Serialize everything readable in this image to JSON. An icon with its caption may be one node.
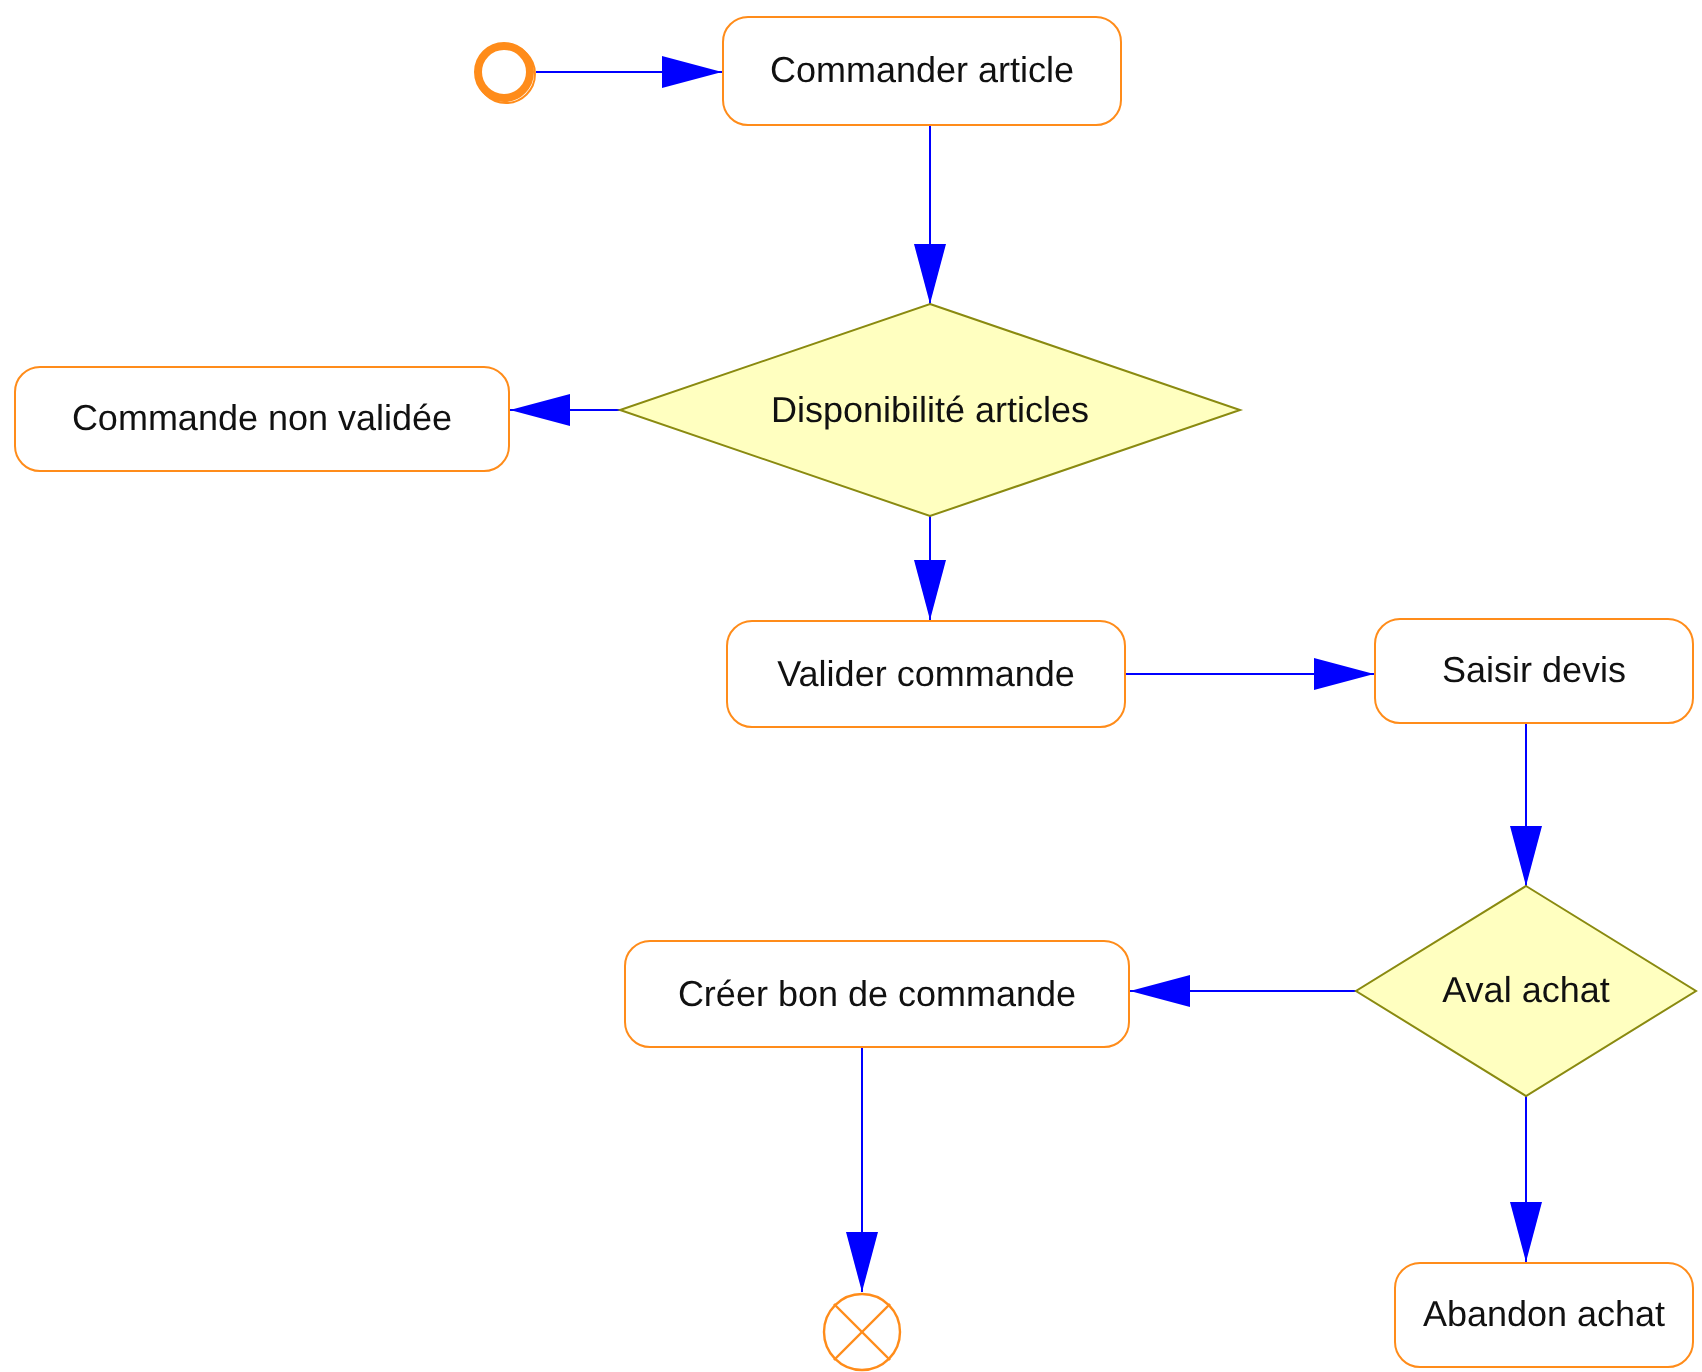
{
  "diagram": {
    "nodes": [
      {
        "text": [],
        "shape": "circle"
      },
      {
        "text": [
          "Commander article"
        ]
      },
      {
        "text": [
          "Disponibilité articles"
        ]
      },
      {
        "text": [
          "Commande non validée"
        ]
      },
      {
        "text": [
          "Valider commande"
        ]
      },
      {
        "text": [
          "Saisir devis"
        ]
      },
      {
        "text": [
          "Aval achat"
        ]
      },
      {
        "text": [
          "Créer bon de commande"
        ]
      },
      {
        "text": [
          "Abandon achat"
        ]
      },
      {
        "text": [],
        "shape": "circle"
      }
    ],
    "edges": [
      {
        "from": 0,
        "to": 1,
        "arrow": "to"
      },
      {
        "from": 1,
        "to": 2,
        "arrow": "to"
      },
      {
        "from": 2,
        "to": 3,
        "arrow": "to"
      },
      {
        "from": 2,
        "to": 4,
        "arrow": "to"
      },
      {
        "from": 4,
        "to": 5,
        "arrow": "to"
      },
      {
        "from": 5,
        "to": 6,
        "arrow": "to"
      },
      {
        "from": 6,
        "to": 7,
        "arrow": "to"
      },
      {
        "from": 6,
        "to": 8,
        "arrow": "to"
      },
      {
        "from": 7,
        "to": 9,
        "arrow": "to"
      }
    ]
  }
}
